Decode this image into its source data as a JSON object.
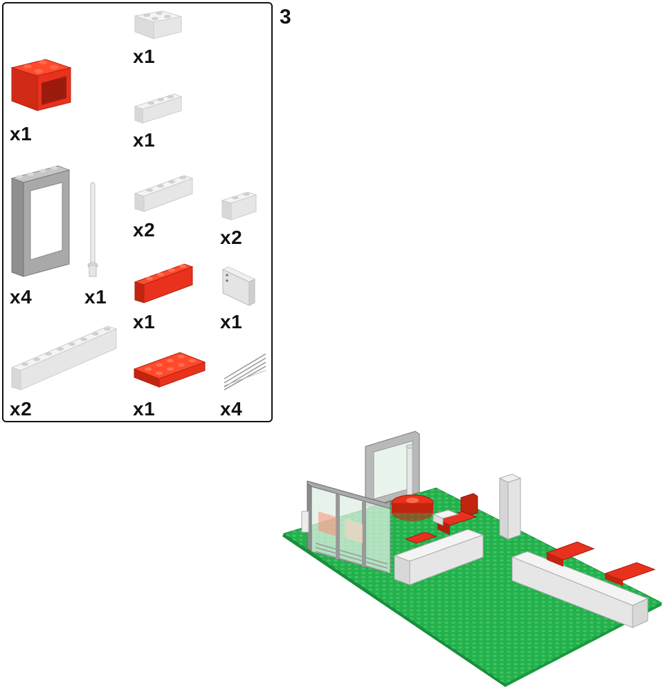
{
  "step": {
    "number": "3"
  },
  "parts": [
    {
      "name": "brick-2x2-white",
      "color": "white",
      "quantity": "x1"
    },
    {
      "name": "container-2x2x2-red",
      "color": "red",
      "quantity": "x1"
    },
    {
      "name": "brick-1x3-white",
      "color": "white",
      "quantity": "x1"
    },
    {
      "name": "window-frame-1x4x5-gray",
      "color": "gray",
      "quantity": "x4"
    },
    {
      "name": "antenna-white",
      "color": "white",
      "quantity": "x1"
    },
    {
      "name": "brick-1x4-white",
      "color": "white",
      "quantity": "x2"
    },
    {
      "name": "brick-1x2-white",
      "color": "white",
      "quantity": "x2"
    },
    {
      "name": "brick-1x4-red",
      "color": "red",
      "quantity": "x1"
    },
    {
      "name": "door-panel-white",
      "color": "white",
      "quantity": "x1"
    },
    {
      "name": "brick-1x8-white",
      "color": "white",
      "quantity": "x2"
    },
    {
      "name": "plate-2x4-red",
      "color": "red",
      "quantity": "x1"
    },
    {
      "name": "glass-pane-transparent",
      "color": "transparent",
      "quantity": "x4"
    }
  ],
  "colors": {
    "red": "#e8321e",
    "white": "#ececec",
    "gray": "#a9a9a9",
    "green": "#22b14c",
    "outline": "#111111"
  }
}
